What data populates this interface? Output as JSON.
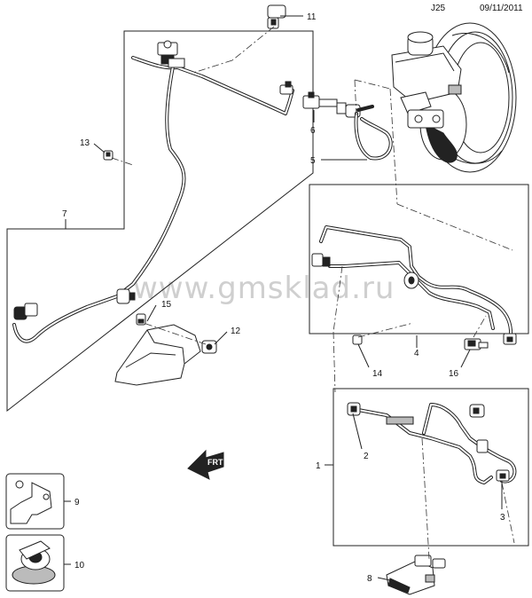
{
  "header": {
    "code": "J25",
    "date": "09/11/2011"
  },
  "watermark": "www.gmsklad.ru",
  "callouts": [
    {
      "id": "c11",
      "label": "11"
    },
    {
      "id": "c13",
      "label": "13"
    },
    {
      "id": "c7",
      "label": "7"
    },
    {
      "id": "c6",
      "label": "6"
    },
    {
      "id": "c5",
      "label": "5"
    },
    {
      "id": "c15",
      "label": "15"
    },
    {
      "id": "c12",
      "label": "12"
    },
    {
      "id": "c4",
      "label": "4"
    },
    {
      "id": "c14",
      "label": "14"
    },
    {
      "id": "c16",
      "label": "16"
    },
    {
      "id": "c1",
      "label": "1"
    },
    {
      "id": "c2",
      "label": "2"
    },
    {
      "id": "c3",
      "label": "3"
    },
    {
      "id": "c9",
      "label": "9"
    },
    {
      "id": "c10",
      "label": "10"
    },
    {
      "id": "c8",
      "label": "8"
    }
  ],
  "front_arrow_text": "FRT",
  "colors": {
    "line": "#222222",
    "watermark": "#cfcfcf",
    "background": "#ffffff"
  }
}
